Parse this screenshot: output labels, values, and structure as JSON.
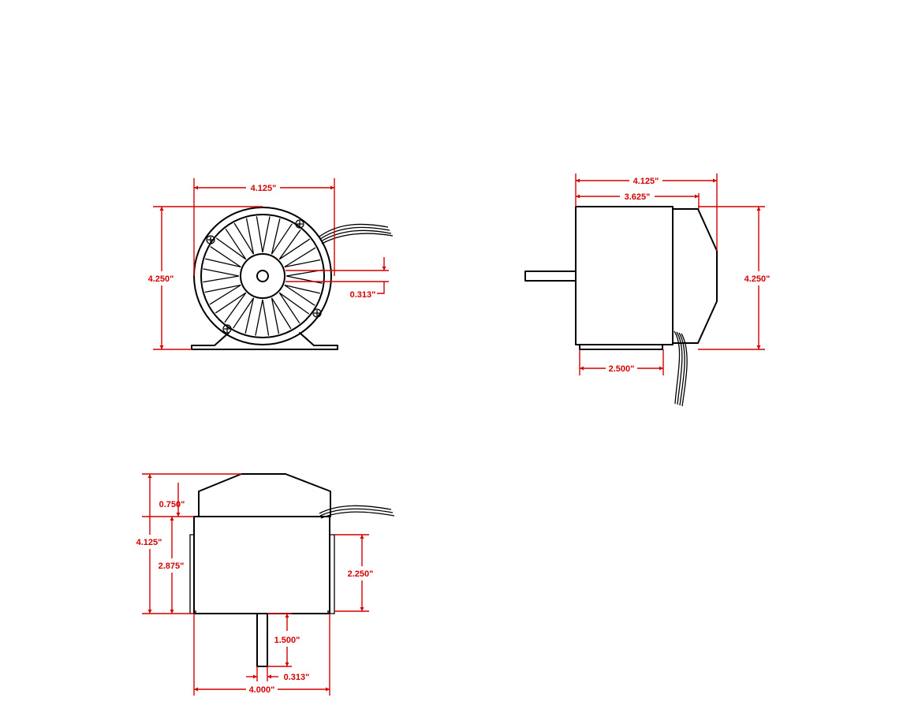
{
  "colors": {
    "linework": "#000000",
    "dimension": "#d40000",
    "background": "#ffffff"
  },
  "front_view": {
    "width": "4.125\"",
    "height": "4.250\"",
    "shaft_offset": "0.313\""
  },
  "side_view": {
    "overall_length": "4.125\"",
    "body_length": "3.625\"",
    "height": "4.250\"",
    "base_length": "2.500\""
  },
  "bottom_view": {
    "cap_height": "0.750\"",
    "overall_height": "4.125\"",
    "body_height": "2.875\"",
    "mount_height": "2.250\"",
    "shaft_length": "1.500\"",
    "shaft_diameter": "0.313\"",
    "width": "4.000\""
  }
}
